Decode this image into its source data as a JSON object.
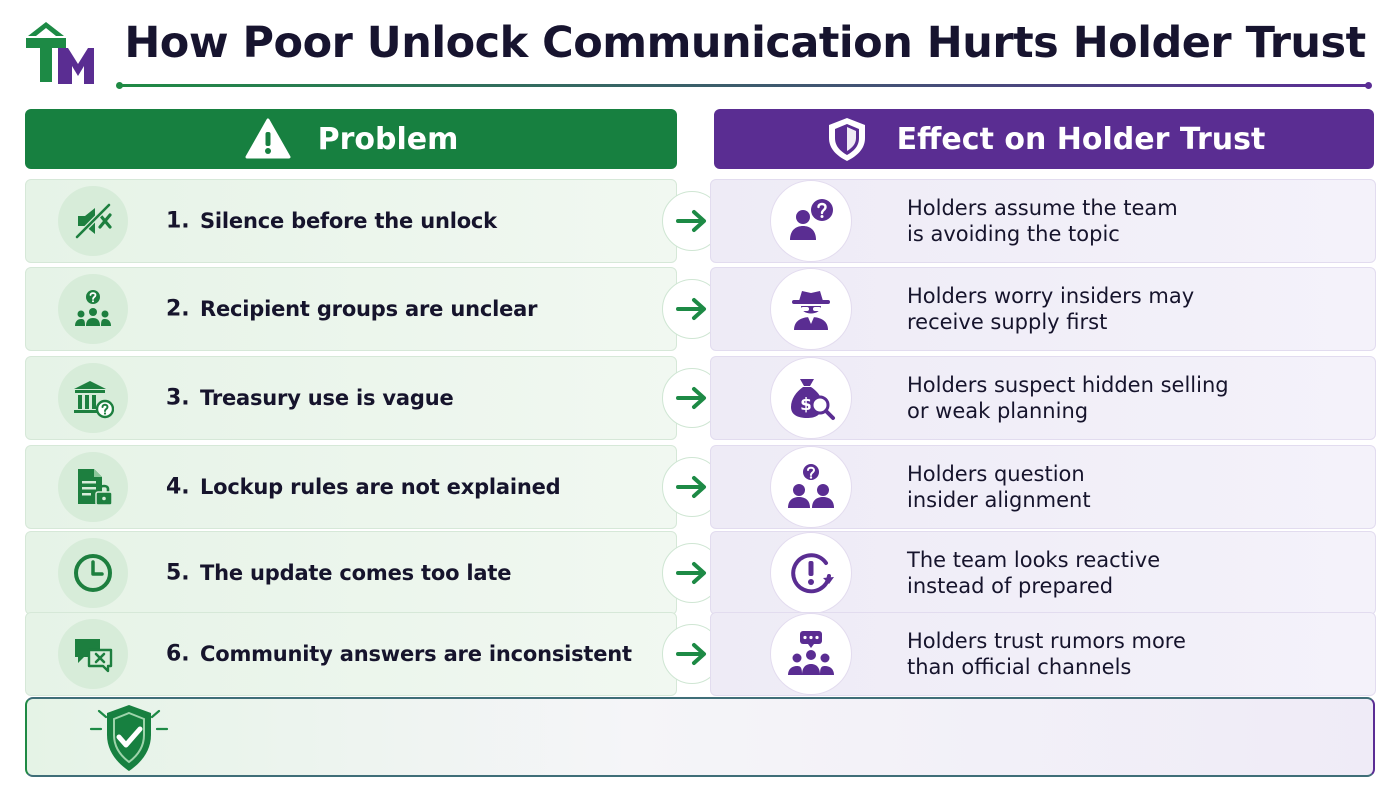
{
  "title": "How Poor Unlock Communication Hurts Holder Trust",
  "colors": {
    "green": "#178040",
    "purple": "#5a2d92",
    "green_light": "#d7ecd9",
    "purple_light": "#eeebf6"
  },
  "headers": {
    "problem": {
      "label": "Problem",
      "icon": "warning-icon"
    },
    "effect": {
      "label": "Effect on Holder Trust",
      "icon": "shield-icon"
    }
  },
  "rows": [
    {
      "num": "1.",
      "problem": "Silence before the unlock",
      "problem_icon": "mute-icon",
      "effect_line1": "Holders assume the team",
      "effect_line2": "is avoiding the topic",
      "effect_icon": "person-question-icon"
    },
    {
      "num": "2.",
      "problem": "Recipient groups are unclear",
      "problem_icon": "group-question-icon",
      "effect_line1": "Holders worry insiders may",
      "effect_line2": "receive supply first",
      "effect_icon": "spy-icon"
    },
    {
      "num": "3.",
      "problem": "Treasury use is vague",
      "problem_icon": "bank-question-icon",
      "effect_line1": "Holders suspect hidden selling",
      "effect_line2": "or weak planning",
      "effect_icon": "money-search-icon"
    },
    {
      "num": "4.",
      "problem": "Lockup rules are not explained",
      "problem_icon": "document-lock-icon",
      "effect_line1": "Holders question",
      "effect_line2": "insider alignment",
      "effect_icon": "pair-question-icon"
    },
    {
      "num": "5.",
      "problem": "The update comes too late",
      "problem_icon": "clock-icon",
      "effect_line1": "The team looks reactive",
      "effect_line2": "instead of prepared",
      "effect_icon": "alert-cycle-icon"
    },
    {
      "num": "6.",
      "problem": "Community answers are inconsistent",
      "problem_icon": "chat-x-icon",
      "effect_line1": "Holders trust rumors more",
      "effect_line2": "than official channels",
      "effect_icon": "group-chat-icon"
    }
  ]
}
